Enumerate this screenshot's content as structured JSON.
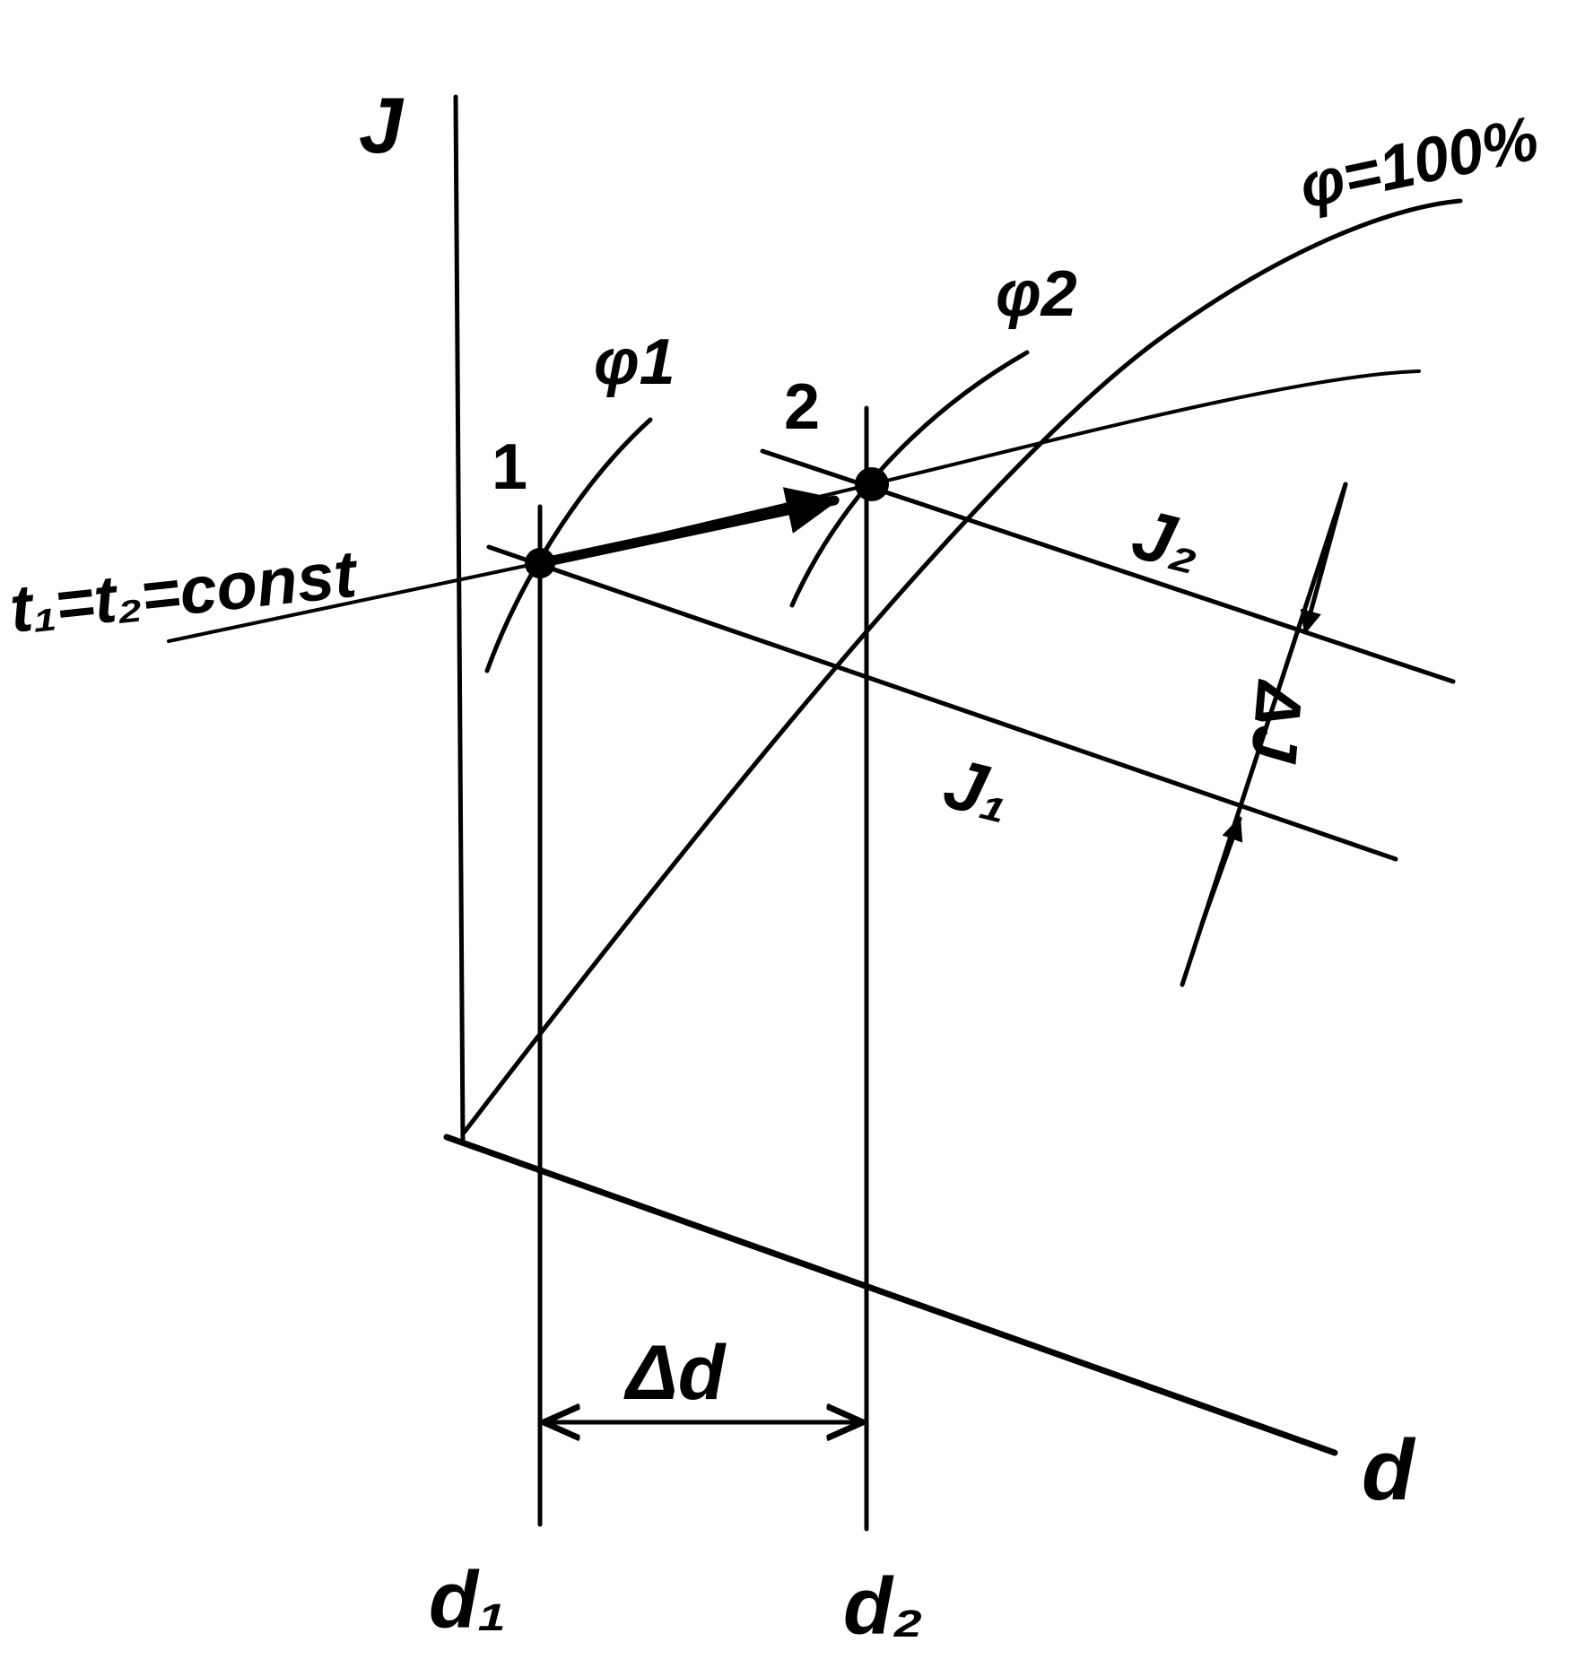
{
  "diagram": {
    "axis_enthalpy_label": "J",
    "axis_moisture_label": "d",
    "isotherm_label": "t₁=t₂=const",
    "saturation_label": "φ=100%",
    "phi1_label": "φ1",
    "phi2_label": "φ2",
    "point1_label": "1",
    "point2_label": "2",
    "enthalpy1_label": "J₁",
    "enthalpy2_label": "J₂",
    "delta_enthalpy_label": "ΔJ",
    "delta_d_label": "Δd",
    "d1_label": "d₁",
    "d2_label": "d₂",
    "stroke_color": "#000000",
    "background_color": "#ffffff"
  }
}
